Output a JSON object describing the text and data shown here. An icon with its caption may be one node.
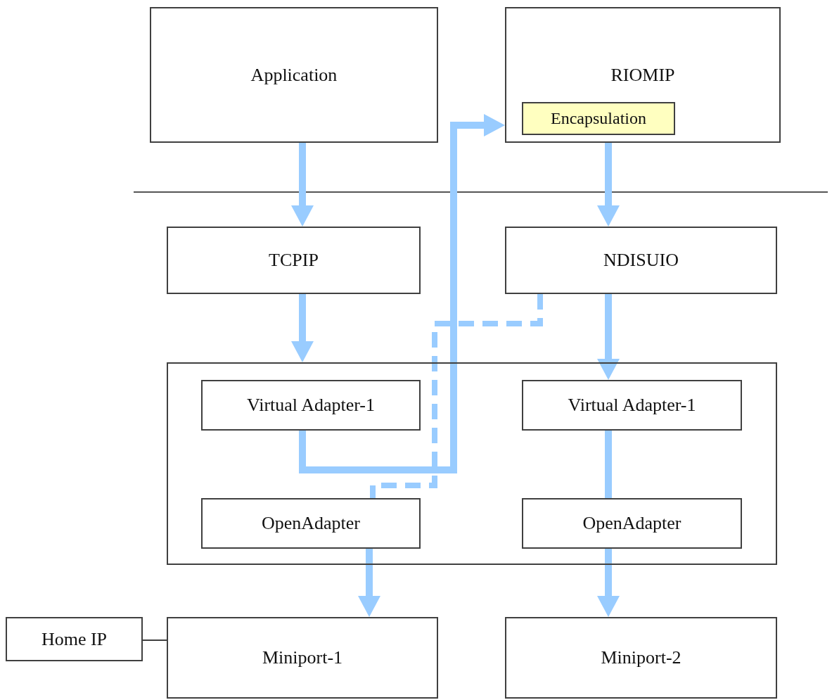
{
  "diagram": {
    "nodes": [
      {
        "text": [
          "Application"
        ]
      },
      {
        "text": [
          "RIOMIP"
        ]
      },
      {
        "text": [
          "Encapsulation"
        ],
        "in": 1
      },
      {
        "text": [
          "TCPIP"
        ]
      },
      {
        "text": [
          "NDISUIO"
        ]
      },
      {
        "text": [],
        "shape": "box"
      },
      {
        "text": [
          "Virtual Adapter-1"
        ],
        "in": 5
      },
      {
        "text": [
          "Virtual Adapter-1"
        ],
        "in": 5
      },
      {
        "text": [
          "OpenAdapter"
        ],
        "in": 5
      },
      {
        "text": [
          "OpenAdapter"
        ],
        "in": 5
      },
      {
        "text": [
          "Home IP"
        ]
      },
      {
        "text": [
          "Miniport-1"
        ]
      },
      {
        "text": [
          "Miniport-2"
        ]
      }
    ],
    "edges": [
      {
        "from": 0,
        "to": 3,
        "arrow": "to"
      },
      {
        "from": 1,
        "to": 4,
        "arrow": "to"
      },
      {
        "from": 3,
        "to": 5,
        "arrow": "to"
      },
      {
        "from": 4,
        "to": 7,
        "arrow": "to"
      },
      {
        "from": 6,
        "to": 1,
        "arrow": "to"
      },
      {
        "from": 4,
        "to": 8,
        "arrow": "none",
        "style": "dashed"
      },
      {
        "from": 7,
        "to": 9,
        "arrow": "none"
      },
      {
        "from": 8,
        "to": 11,
        "arrow": "to"
      },
      {
        "from": 9,
        "to": 12,
        "arrow": "to"
      },
      {
        "from": 10,
        "to": 11,
        "arrow": "none",
        "color": "#404040"
      }
    ]
  }
}
